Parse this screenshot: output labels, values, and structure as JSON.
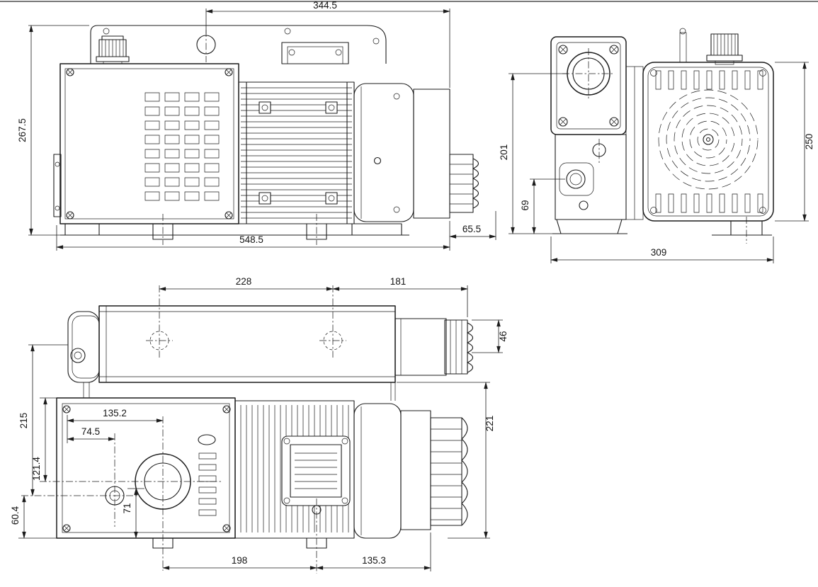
{
  "colors": {
    "line": "#1c1c1c",
    "background": "#ffffff"
  },
  "views": {
    "front": {
      "top_width": "344.5",
      "overall_height": "267.5",
      "overall_length": "548.5",
      "end_connector": "65.5"
    },
    "side": {
      "inlet_height": "201",
      "sight_glass_height": "69",
      "fan_cover_height": "250",
      "overall_depth": "309"
    },
    "plan": {
      "bolt_spacing": "228",
      "bolt_to_end": "181",
      "end_cap_offset": "46",
      "body_width": "221",
      "housing_width": "215",
      "port_offset_x": "135.2",
      "plug_offset_x": "74.5",
      "port_offset_y": "121.4",
      "plug_offset_y": "60.4",
      "port_edge_offset": "71",
      "foot_spacing": "198",
      "foot_to_end": "135.3"
    }
  }
}
